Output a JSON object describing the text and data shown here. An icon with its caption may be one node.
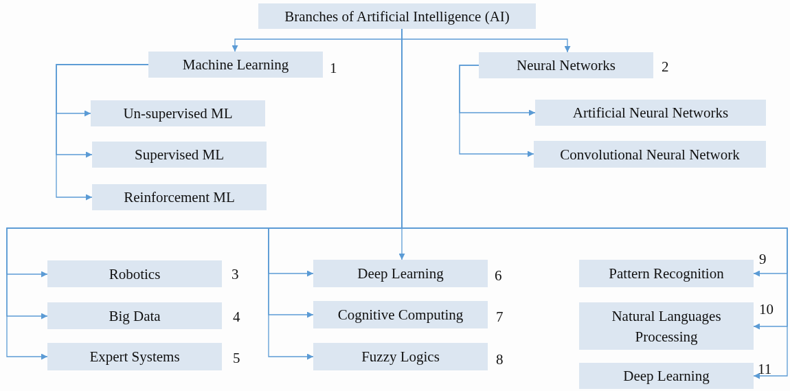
{
  "diagram": {
    "nodes": [
      {
        "text": [
          "Branches of Artificial Intelligence (AI)"
        ]
      },
      {
        "text": [
          "Machine Learning"
        ],
        "beside": [
          "1"
        ]
      },
      {
        "text": [
          "Un-supervised ML"
        ]
      },
      {
        "text": [
          "Supervised ML"
        ]
      },
      {
        "text": [
          "Reinforcement ML"
        ]
      },
      {
        "text": [
          "Neural Networks"
        ],
        "beside": [
          "2"
        ]
      },
      {
        "text": [
          "Artificial Neural Networks"
        ]
      },
      {
        "text": [
          "Convolutional Neural Network"
        ]
      },
      {
        "text": [
          "Robotics"
        ],
        "beside": [
          "3"
        ]
      },
      {
        "text": [
          "Big Data"
        ],
        "beside": [
          "4"
        ]
      },
      {
        "text": [
          "Expert Systems"
        ],
        "beside": [
          "5"
        ]
      },
      {
        "text": [
          "Deep Learning"
        ],
        "beside": [
          "6"
        ]
      },
      {
        "text": [
          "Cognitive Computing"
        ],
        "beside": [
          "7"
        ]
      },
      {
        "text": [
          "Fuzzy Logics"
        ],
        "beside": [
          "8"
        ]
      },
      {
        "text": [
          "Pattern Recognition"
        ],
        "beside": [
          "9"
        ]
      },
      {
        "text": [
          "Natural Languages Processing"
        ],
        "beside": [
          "10"
        ]
      },
      {
        "text": [
          "Deep Learning"
        ],
        "beside": [
          "11"
        ]
      }
    ],
    "edges": [
      {
        "from": 0,
        "to": 1,
        "arrow": "to"
      },
      {
        "from": 0,
        "to": 5,
        "arrow": "to"
      },
      {
        "from": 0,
        "to": 11,
        "arrow": "to"
      },
      {
        "from": 0,
        "to": 8,
        "arrow": "to"
      },
      {
        "from": 0,
        "to": 9,
        "arrow": "to"
      },
      {
        "from": 0,
        "to": 10,
        "arrow": "to"
      },
      {
        "from": 0,
        "to": 11,
        "arrow": "to"
      },
      {
        "from": 0,
        "to": 12,
        "arrow": "to"
      },
      {
        "from": 0,
        "to": 13,
        "arrow": "to"
      },
      {
        "from": 0,
        "to": 14,
        "arrow": "to"
      },
      {
        "from": 0,
        "to": 15,
        "arrow": "to"
      },
      {
        "from": 0,
        "to": 16,
        "arrow": "to"
      },
      {
        "from": 1,
        "to": 2,
        "arrow": "to"
      },
      {
        "from": 1,
        "to": 3,
        "arrow": "to"
      },
      {
        "from": 1,
        "to": 4,
        "arrow": "to"
      },
      {
        "from": 5,
        "to": 6,
        "arrow": "to"
      },
      {
        "from": 5,
        "to": 7,
        "arrow": "to"
      }
    ]
  }
}
